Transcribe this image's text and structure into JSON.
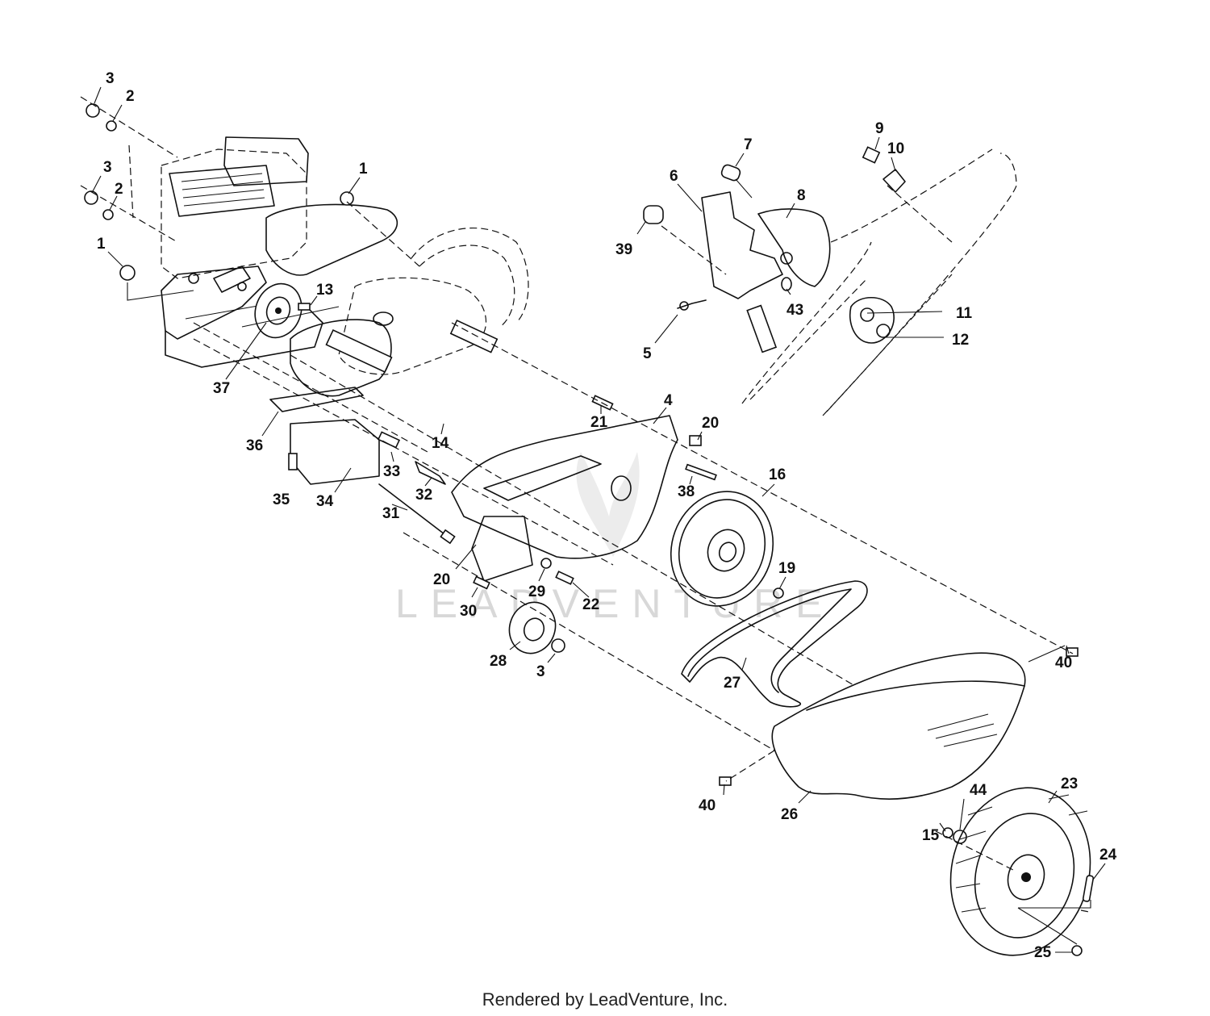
{
  "watermark": "LEADVENTURE",
  "footer": "Rendered by LeadVenture, Inc.",
  "callouts": [
    {
      "id": "c3a",
      "text": "3"
    },
    {
      "id": "c2a",
      "text": "2"
    },
    {
      "id": "c3b",
      "text": "3"
    },
    {
      "id": "c2b",
      "text": "2"
    },
    {
      "id": "c1a",
      "text": "1"
    },
    {
      "id": "c1b",
      "text": "1"
    },
    {
      "id": "c13",
      "text": "13"
    },
    {
      "id": "c37",
      "text": "37"
    },
    {
      "id": "c7",
      "text": "7"
    },
    {
      "id": "c6",
      "text": "6"
    },
    {
      "id": "c8",
      "text": "8"
    },
    {
      "id": "c9",
      "text": "9"
    },
    {
      "id": "c10",
      "text": "10"
    },
    {
      "id": "c39",
      "text": "39"
    },
    {
      "id": "c43",
      "text": "43"
    },
    {
      "id": "c5",
      "text": "5"
    },
    {
      "id": "c11",
      "text": "11"
    },
    {
      "id": "c12",
      "text": "12"
    },
    {
      "id": "c4",
      "text": "4"
    },
    {
      "id": "c21",
      "text": "21"
    },
    {
      "id": "c20a",
      "text": "20"
    },
    {
      "id": "c14",
      "text": "14"
    },
    {
      "id": "c36",
      "text": "36"
    },
    {
      "id": "c33",
      "text": "33"
    },
    {
      "id": "c32",
      "text": "32"
    },
    {
      "id": "c35",
      "text": "35"
    },
    {
      "id": "c34",
      "text": "34"
    },
    {
      "id": "c38",
      "text": "38"
    },
    {
      "id": "c16",
      "text": "16"
    },
    {
      "id": "c31",
      "text": "31"
    },
    {
      "id": "c20b",
      "text": "20"
    },
    {
      "id": "c19",
      "text": "19"
    },
    {
      "id": "c29",
      "text": "29"
    },
    {
      "id": "c22",
      "text": "22"
    },
    {
      "id": "c30",
      "text": "30"
    },
    {
      "id": "c28",
      "text": "28"
    },
    {
      "id": "c3c",
      "text": "3"
    },
    {
      "id": "c27",
      "text": "27"
    },
    {
      "id": "c40a",
      "text": "40"
    },
    {
      "id": "c40b",
      "text": "40"
    },
    {
      "id": "c26",
      "text": "26"
    },
    {
      "id": "c23",
      "text": "23"
    },
    {
      "id": "c44",
      "text": "44"
    },
    {
      "id": "c15",
      "text": "15"
    },
    {
      "id": "c24",
      "text": "24"
    },
    {
      "id": "c25",
      "text": "25"
    }
  ]
}
